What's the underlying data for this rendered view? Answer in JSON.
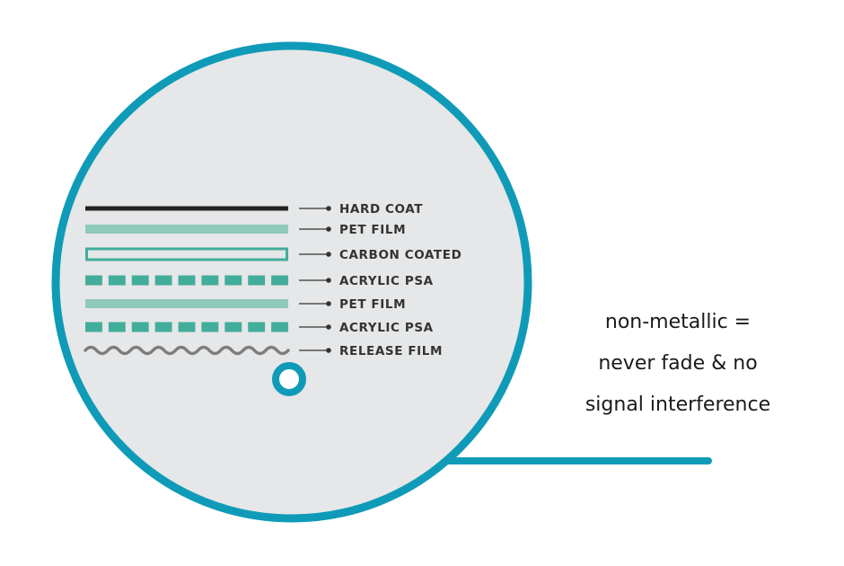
{
  "layers": [
    {
      "label": "HARD COAT",
      "style": "solid-dark"
    },
    {
      "label": "PET FILM",
      "style": "solid-teal"
    },
    {
      "label": "CARBON COATED",
      "style": "outline"
    },
    {
      "label": "ACRYLIC PSA",
      "style": "dashed"
    },
    {
      "label": "PET FILM",
      "style": "solid-teal"
    },
    {
      "label": "ACRYLIC PSA",
      "style": "dashed"
    },
    {
      "label": "RELEASE FILM",
      "style": "wavy"
    }
  ],
  "callout": {
    "lines": [
      "non-metallic =",
      "never fade & no",
      "signal interference"
    ]
  },
  "colors": {
    "ring": "#0f9bb8",
    "circle_fill": "#e5e7e8",
    "hard_coat": "#222222",
    "pet_film": "#8fc9ba",
    "teal": "#43ad9b",
    "release_film": "#7d7d7d",
    "leader": "#333333"
  }
}
